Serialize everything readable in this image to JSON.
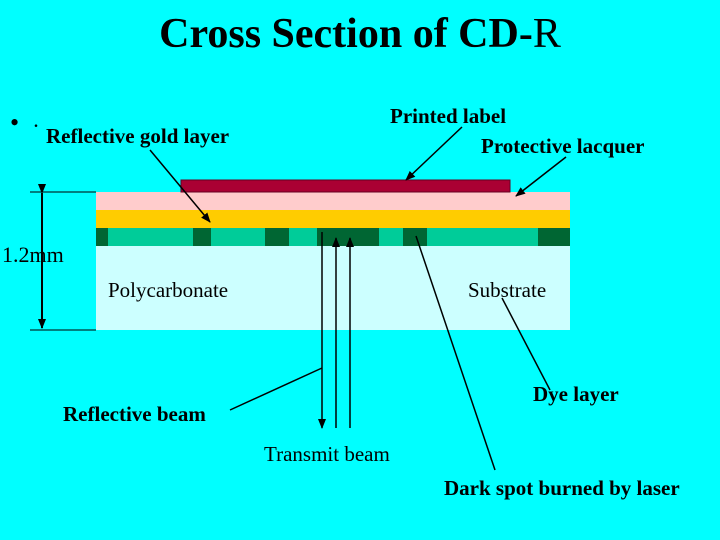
{
  "title": {
    "main": "Cross Section of CD-",
    "last_letter": "R"
  },
  "bullet": {
    "symbol": "•",
    "dot": "."
  },
  "labels": {
    "reflective_gold_layer": "Reflective gold layer",
    "printed_label": "Printed label",
    "protective_lacquer": "Protective lacquer",
    "thickness": "1.2mm",
    "polycarbonate": "Polycarbonate",
    "substrate": "Substrate",
    "dye_layer": "Dye layer",
    "reflective_beam": "Reflective beam",
    "transmit_beam": "Transmit beam",
    "dark_spot": "Dark spot burned by laser"
  },
  "colors": {
    "background": "#00ffff",
    "substrate": "#ccffff",
    "printed_label": "#aa0033",
    "protective_lacquer": "#ffcccc",
    "gold_layer": "#ffcc00",
    "dye_layer": "#00cc99",
    "dark_spot": "#006633",
    "arrow": "#000000"
  }
}
